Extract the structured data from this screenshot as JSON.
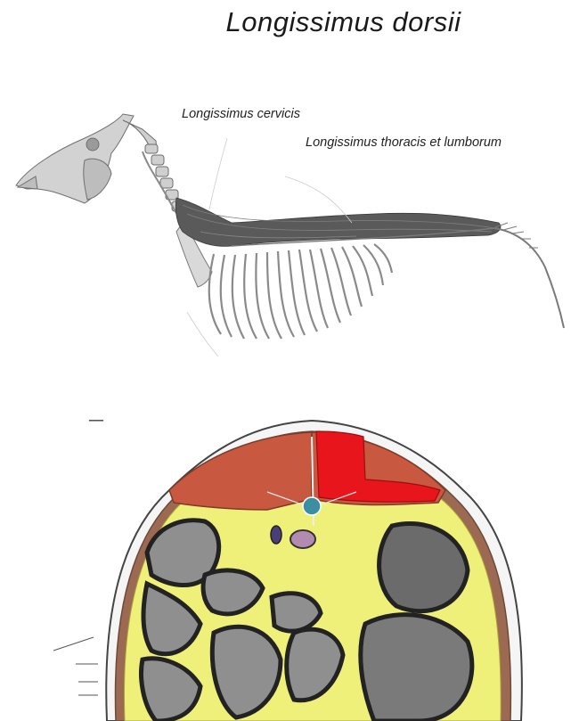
{
  "title": "Longissimus dorsii",
  "labels": {
    "cervicis": "Longissimus cervicis",
    "thoracis": "Longissimus thoracis et lumborum"
  },
  "colors": {
    "muscle_highlight": "#e8151c",
    "muscle_red": "#c8583f",
    "fat_yellow": "#eef07a",
    "bone_grey": "#cfcfcf"
  }
}
